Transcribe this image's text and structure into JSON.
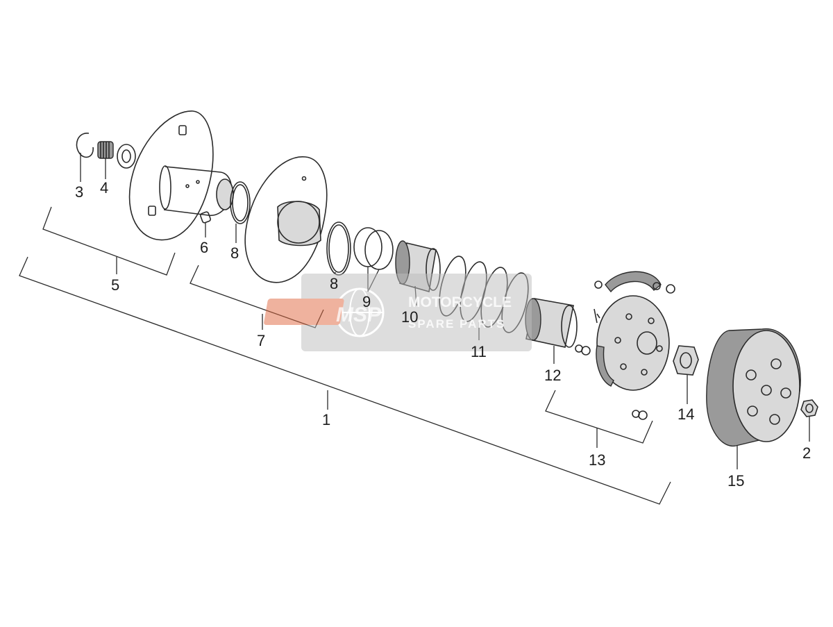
{
  "callouts": {
    "c1": "1",
    "c2": "2",
    "c3": "3",
    "c4": "4",
    "c5": "5",
    "c6": "6",
    "c7": "7",
    "c8a": "8",
    "c8b": "8",
    "c9": "9",
    "c10": "10",
    "c11": "11",
    "c12": "12",
    "c13": "13",
    "c14": "14",
    "c15": "15"
  },
  "watermark": {
    "logo": "MSP",
    "line1": "MOTORCYCLE",
    "line2": "SPARE PARTS",
    "color": "#e0683f"
  }
}
